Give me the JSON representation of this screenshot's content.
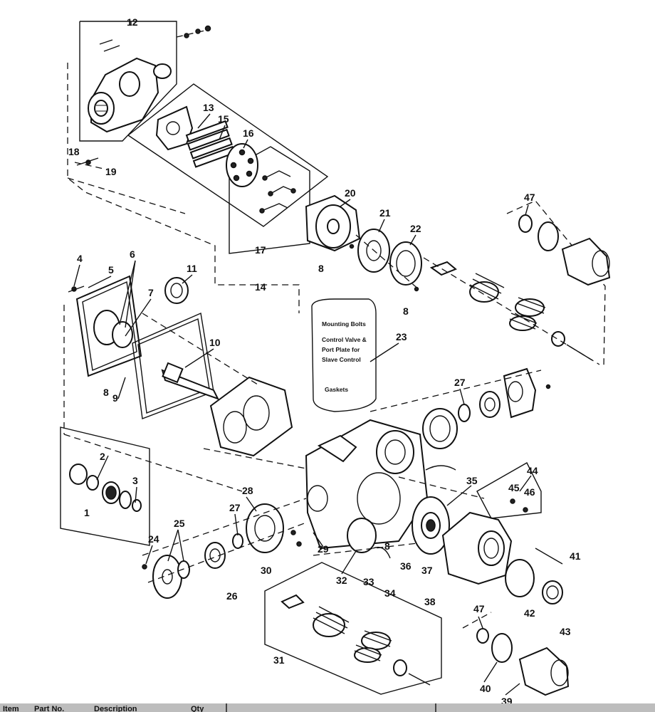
{
  "callouts": {
    "c1": "1",
    "c2": "2",
    "c3": "3",
    "c4": "4",
    "c5": "5",
    "c6": "6",
    "c7": "7",
    "c8a": "8",
    "c8b": "8",
    "c8c": "8",
    "c8d": "8",
    "c9": "9",
    "c10": "10",
    "c11": "11",
    "c12": "12",
    "c13": "13",
    "c14": "14",
    "c15": "15",
    "c16": "16",
    "c17": "17",
    "c18": "18",
    "c19": "19",
    "c20": "20",
    "c21": "21",
    "c22": "22",
    "c23": "23",
    "c24": "24",
    "c25": "25",
    "c26": "26",
    "c27a": "27",
    "c27b": "27",
    "c28": "28",
    "c29": "29",
    "c30": "30",
    "c31": "31",
    "c32": "32",
    "c33": "33",
    "c34": "34",
    "c35": "35",
    "c36": "36",
    "c37": "37",
    "c38": "38",
    "c39": "39",
    "c40": "40",
    "c41": "41",
    "c42": "42",
    "c43": "43",
    "c44": "44",
    "c45": "45",
    "c46": "46",
    "c47a": "47",
    "c47b": "47"
  },
  "note": {
    "line1": "Mounting Bolts",
    "line2": "Control Valve &",
    "line3": "Port Plate for",
    "line4": "Slave Control",
    "line5": "Gaskets"
  },
  "footer": {
    "col1": "Item",
    "col2": "Part No.",
    "col3": "Description",
    "col4": "Qty"
  }
}
